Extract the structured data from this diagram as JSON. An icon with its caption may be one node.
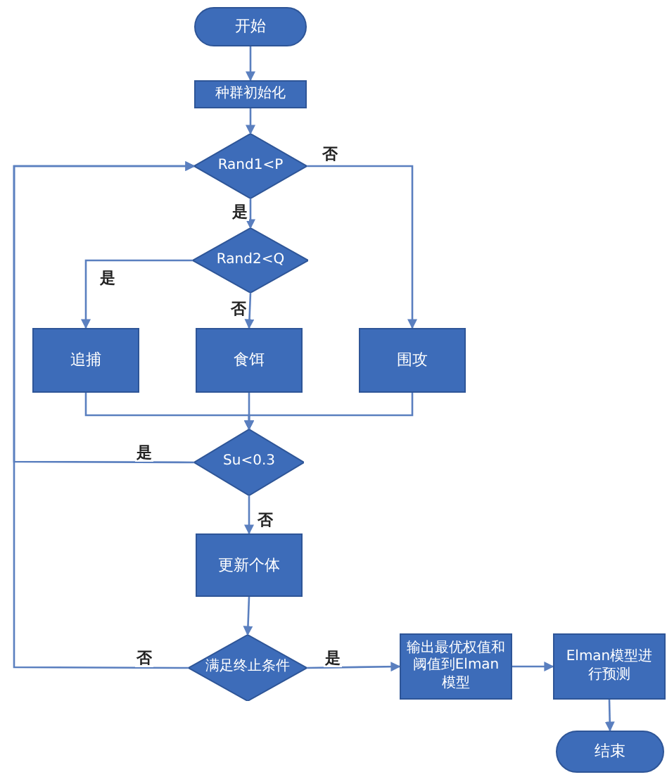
{
  "diagram": {
    "nodes": [
      {
        "text": [
          "开始"
        ]
      },
      {
        "text": [
          "种群初始化"
        ]
      },
      {
        "text": [
          "Rand1<P"
        ]
      },
      {
        "text": [
          "Rand2<Q"
        ]
      },
      {
        "text": [
          "追捕"
        ]
      },
      {
        "text": [
          "食饵"
        ]
      },
      {
        "text": [
          "围攻"
        ]
      },
      {
        "text": [
          "Su<0.3"
        ]
      },
      {
        "text": [
          "更新个体"
        ]
      },
      {
        "text": [
          "满足终止条件"
        ]
      },
      {
        "text": [
          "输出最优权值和阈值到Elman模型"
        ]
      },
      {
        "text": [
          "Elman模型进行预测"
        ]
      },
      {
        "text": [
          "结束"
        ]
      }
    ],
    "edges": [
      {
        "from": 0,
        "to": 1,
        "arrow": "to"
      },
      {
        "from": 1,
        "to": 2,
        "arrow": "to"
      },
      {
        "from": 2,
        "to": 3,
        "arrow": "to",
        "label": "是"
      },
      {
        "from": 2,
        "to": 6,
        "arrow": "to",
        "label": "否"
      },
      {
        "from": 3,
        "to": 4,
        "arrow": "to",
        "label": "是"
      },
      {
        "from": 3,
        "to": 5,
        "arrow": "to",
        "label": "否"
      },
      {
        "from": 4,
        "to": 7,
        "arrow": "to"
      },
      {
        "from": 5,
        "to": 7,
        "arrow": "to"
      },
      {
        "from": 6,
        "to": 7,
        "arrow": "to"
      },
      {
        "from": 7,
        "to": 2,
        "arrow": "to",
        "label": "是"
      },
      {
        "from": 7,
        "to": 8,
        "arrow": "to",
        "label": "否"
      },
      {
        "from": 8,
        "to": 9,
        "arrow": "to"
      },
      {
        "from": 9,
        "to": 2,
        "arrow": "to",
        "label": "否"
      },
      {
        "from": 9,
        "to": 10,
        "arrow": "to",
        "label": "是"
      },
      {
        "from": 10,
        "to": 11,
        "arrow": "to"
      },
      {
        "from": 11,
        "to": 12,
        "arrow": "to"
      }
    ]
  }
}
